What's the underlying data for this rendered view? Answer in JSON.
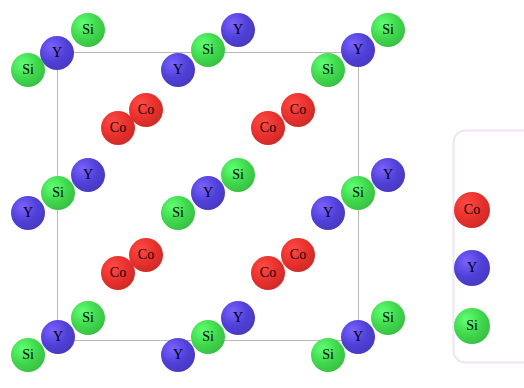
{
  "diagram": {
    "nodes": [
      {
        "text": [
          "Si"
        ]
      },
      {
        "text": [
          "Y"
        ]
      },
      {
        "text": [
          "Si"
        ]
      },
      {
        "text": [
          "Y"
        ]
      },
      {
        "text": [
          "Si"
        ]
      },
      {
        "text": [
          "Y"
        ]
      },
      {
        "text": [
          "Si"
        ]
      },
      {
        "text": [
          "Y"
        ]
      },
      {
        "text": [
          "Si"
        ]
      },
      {
        "text": [
          "Co"
        ]
      },
      {
        "text": [
          "Co"
        ]
      },
      {
        "text": [
          "Co"
        ]
      },
      {
        "text": [
          "Co"
        ]
      },
      {
        "text": [
          "Y"
        ]
      },
      {
        "text": [
          "Si"
        ]
      },
      {
        "text": [
          "Y"
        ]
      },
      {
        "text": [
          "Si"
        ]
      },
      {
        "text": [
          "Y"
        ]
      },
      {
        "text": [
          "Si"
        ]
      },
      {
        "text": [
          "Y"
        ]
      },
      {
        "text": [
          "Si"
        ]
      },
      {
        "text": [
          "Y"
        ]
      },
      {
        "text": [
          "Co"
        ]
      },
      {
        "text": [
          "Co"
        ]
      },
      {
        "text": [
          "Co"
        ]
      },
      {
        "text": [
          "Co"
        ]
      },
      {
        "text": [
          "Si"
        ]
      },
      {
        "text": [
          "Y"
        ]
      },
      {
        "text": [
          "Si"
        ]
      },
      {
        "text": [
          "Y"
        ]
      },
      {
        "text": [
          "Si"
        ]
      },
      {
        "text": [
          "Y"
        ]
      },
      {
        "text": [
          "Si"
        ]
      },
      {
        "text": [
          "Y"
        ]
      },
      {
        "text": [
          "Si"
        ]
      }
    ],
    "legend": [
      {
        "text": "Co",
        "color": "#e8302c"
      },
      {
        "text": "Y",
        "color": "#5040d8"
      },
      {
        "text": "Si",
        "color": "#3fd84c"
      }
    ]
  }
}
